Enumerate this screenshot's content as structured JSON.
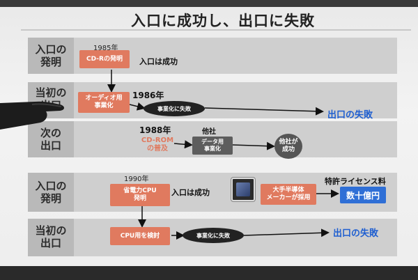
{
  "title": "入口に成功し、出口に失敗",
  "section1": {
    "row1_label": "入口の\n発明",
    "row2_label": "当初の\n出口",
    "row3_label": "次の\n出口",
    "year_1985": "1985年",
    "box_cdr": "CD-Rの発明",
    "entry_success": "入口は成功",
    "box_audio": "オーディオ用\n事業化",
    "year_1986": "1986年",
    "ellipse_fail": "事業化に失敗",
    "exit_fail": "出口の失敗",
    "year_1988": "1988年",
    "cdrom": "CD-ROM\nの普及",
    "other_company": "他社",
    "box_data": "データ用\n事業化",
    "circle_other": "他社が\n成功"
  },
  "section2": {
    "row1_label": "入口の\n発明",
    "row2_label": "当初の\n出口",
    "year_1990": "1990年",
    "box_lowpower": "省電力CPU\n発明",
    "entry_success": "入口は成功",
    "box_semis": "大手半導体\nメーカーが採用",
    "patent_label": "特許ライセンス料",
    "patent_value": "数十億円",
    "box_cpu": "CPU用を検討",
    "ellipse_fail": "事業化に失敗",
    "exit_fail": "出口の失敗"
  },
  "colors": {
    "orange": "#e07a5f",
    "blue": "#1f5fd0",
    "band": "#cfcfcf"
  },
  "icons": {
    "chip": "cpu-chip-icon",
    "hand": "pointing-hand-icon"
  }
}
